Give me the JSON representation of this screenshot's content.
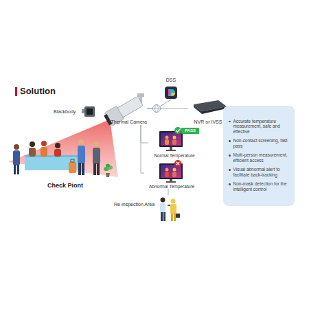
{
  "diagram": {
    "title": "Solution",
    "nodes": [
      {
        "text": [
          "Blackbody"
        ]
      },
      {
        "text": [
          "Thermal Camera"
        ]
      },
      {
        "text": [
          "DSS"
        ]
      },
      {
        "text": [
          "NVR or IVSS"
        ]
      },
      {
        "text": [
          "Normal Temperature"
        ]
      },
      {
        "text": [
          "PASS"
        ],
        "in": 4
      },
      {
        "text": [
          "Abnormal Temperature"
        ]
      },
      {
        "text": [
          "Check Piont"
        ]
      },
      {
        "text": [
          "Re-inspection Area"
        ]
      },
      {
        "text": [
          "Accurate temperature measurement, safe and effective",
          "Non-contact screening, fast pass",
          "Multi-person measurement, efficient access",
          "Visual abnormal alert to facilitate back-tracking",
          "Non-mask detection for the intelligent control"
        ]
      }
    ],
    "edges": [
      {
        "from": 1,
        "to": 2,
        "arrow": "none"
      },
      {
        "from": 1,
        "to": 3,
        "arrow": "none"
      },
      {
        "from": 1,
        "to": 4,
        "arrow": "none"
      },
      {
        "from": 1,
        "to": 6,
        "arrow": "none"
      },
      {
        "from": 6,
        "to": 8,
        "arrow": "none"
      }
    ]
  }
}
